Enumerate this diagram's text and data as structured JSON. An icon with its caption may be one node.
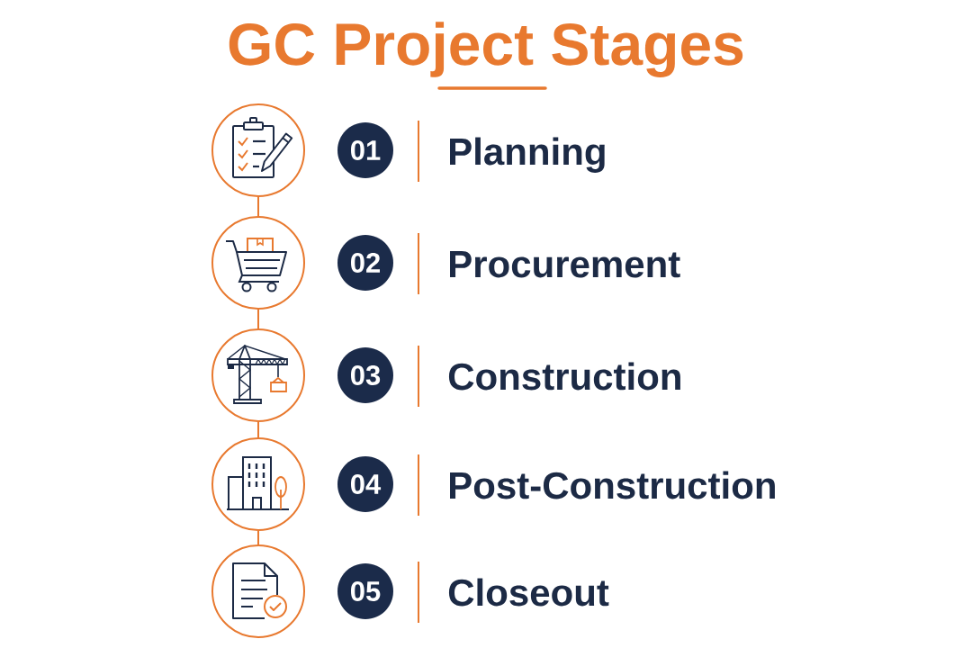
{
  "diagram": {
    "title": "GC Project Stages",
    "nodes": [
      {
        "text": [],
        "shape": "circle"
      },
      {
        "text": [
          "01"
        ],
        "beside": [
          "Planning"
        ]
      },
      {
        "text": [],
        "shape": "circle"
      },
      {
        "text": [
          "02"
        ],
        "beside": [
          "Procurement"
        ]
      },
      {
        "text": [],
        "shape": "circle"
      },
      {
        "text": [
          "03"
        ],
        "beside": [
          "Construction"
        ]
      },
      {
        "text": [],
        "shape": "circle"
      },
      {
        "text": [
          "04"
        ],
        "beside": [
          "Post-Construction"
        ]
      },
      {
        "text": [],
        "shape": "circle"
      },
      {
        "text": [
          "05"
        ],
        "beside": [
          "Closeout"
        ]
      }
    ],
    "edges": [
      {
        "from": 0,
        "to": 2,
        "arrow": "none"
      },
      {
        "from": 2,
        "to": 4,
        "arrow": "none"
      },
      {
        "from": 4,
        "to": 6,
        "arrow": "none"
      },
      {
        "from": 6,
        "to": 8,
        "arrow": "none"
      }
    ]
  }
}
